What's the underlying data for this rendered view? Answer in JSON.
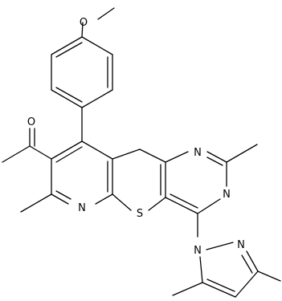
{
  "atoms": {
    "O_carbonyl": "O",
    "O_methoxy": "O",
    "N_pyridine": "N",
    "S_thiophene": "S",
    "N_pyrimidine_upper": "N",
    "N_pyrimidine_lower": "N",
    "N_pyrazole_1": "N",
    "N_pyrazole_2": "N"
  }
}
